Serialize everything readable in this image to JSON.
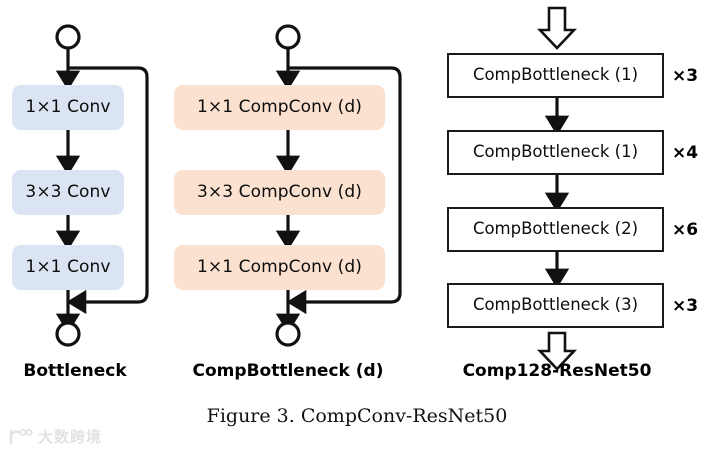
{
  "figure": {
    "caption": "Figure 3. CompConv-ResNet50",
    "background": "#ffffff",
    "stroke_color": "#111111"
  },
  "watermark": {
    "text": "大数跨境",
    "color": "#e2e2e2",
    "icon": "watermark-logo-icon"
  },
  "columns": [
    {
      "id": "bottleneck",
      "caption": "Bottleneck",
      "block_fill": "#dbe4f2",
      "blocks": [
        {
          "label": "1×1 Conv"
        },
        {
          "label": "3×3 Conv"
        },
        {
          "label": "1×1 Conv"
        }
      ],
      "has_skip_connection": true,
      "top_node": "circle",
      "bottom_node": "circle"
    },
    {
      "id": "comp-bottleneck",
      "caption": "CompBottleneck (d)",
      "block_fill": "#fbe1d0",
      "blocks": [
        {
          "label": "1×1 CompConv (d)"
        },
        {
          "label": "3×3 CompConv (d)"
        },
        {
          "label": "1×1 CompConv (d)"
        }
      ],
      "has_skip_connection": true,
      "top_node": "circle",
      "bottom_node": "circle"
    },
    {
      "id": "comp128-resnet50",
      "caption": "Comp128-ResNet50",
      "block_fill": "#ffffff",
      "top_arrow": "block-arrow-down",
      "bottom_arrow": "block-arrow-down",
      "stages": [
        {
          "label": "CompBottleneck (1)",
          "repeat": "×3"
        },
        {
          "label": "CompBottleneck (1)",
          "repeat": "×4"
        },
        {
          "label": "CompBottleneck (2)",
          "repeat": "×6"
        },
        {
          "label": "CompBottleneck (3)",
          "repeat": "×3"
        }
      ]
    }
  ]
}
